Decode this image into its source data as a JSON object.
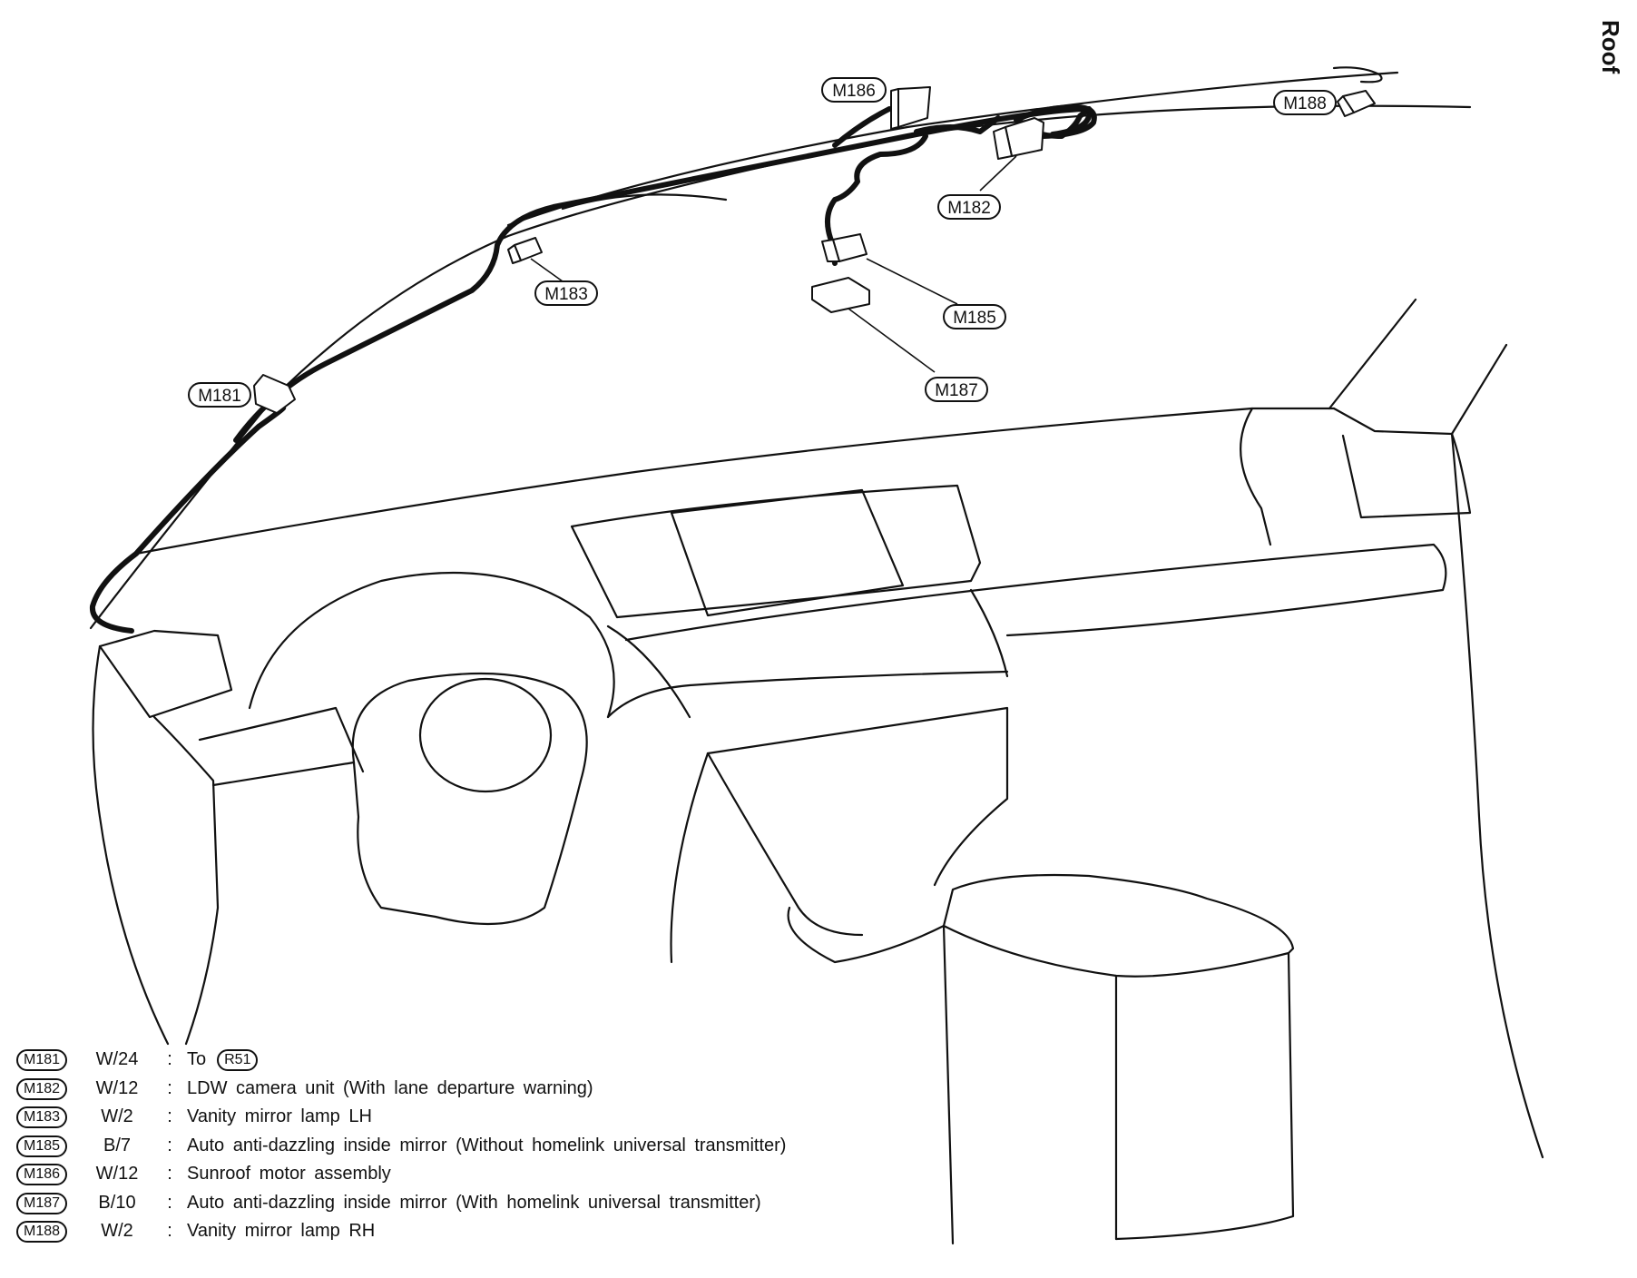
{
  "section_title": "Roof",
  "callouts": {
    "m186": "M186",
    "m188": "M188",
    "m182": "M182",
    "m183": "M183",
    "m185": "M185",
    "m187": "M187",
    "m181": "M181"
  },
  "legend": [
    {
      "code": "M181",
      "spec": "W/24",
      "sep": ":",
      "desc": "To",
      "ref": "R51"
    },
    {
      "code": "M182",
      "spec": "W/12",
      "sep": ":",
      "desc": "LDW camera unit (With lane departure warning)"
    },
    {
      "code": "M183",
      "spec": "W/2",
      "sep": ":",
      "desc": "Vanity mirror lamp LH"
    },
    {
      "code": "M185",
      "spec": "B/7",
      "sep": ":",
      "desc": "Auto anti-dazzling inside mirror (Without homelink universal transmitter)"
    },
    {
      "code": "M186",
      "spec": "W/12",
      "sep": ":",
      "desc": "Sunroof motor assembly"
    },
    {
      "code": "M187",
      "spec": "B/10",
      "sep": ":",
      "desc": "Auto anti-dazzling inside mirror (With homelink universal transmitter)"
    },
    {
      "code": "M188",
      "spec": "W/2",
      "sep": ":",
      "desc": "Vanity mirror lamp RH"
    }
  ]
}
